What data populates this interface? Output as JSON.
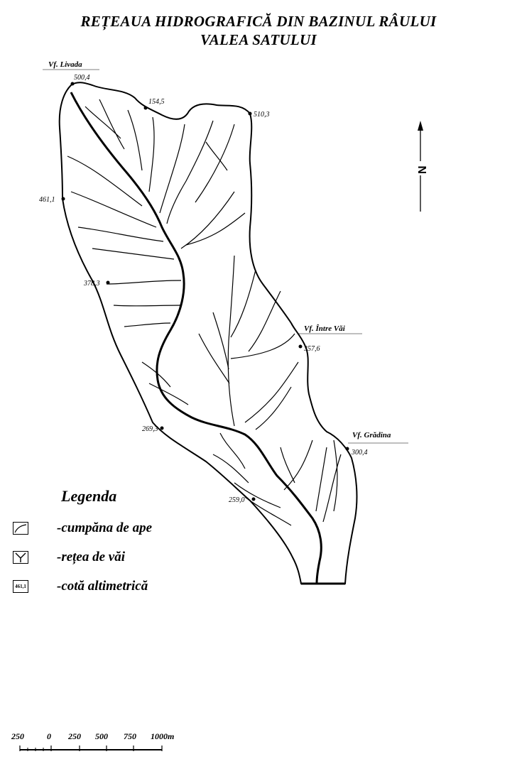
{
  "title": {
    "line1": "REȚEAUA HIDROGRAFICĂ DIN BAZINUL RÂULUI",
    "line2": "VALEA SATULUI"
  },
  "peaks": [
    {
      "name": "Vf. Livada",
      "elevation": "500,4"
    },
    {
      "name": "Vf. Între Văi",
      "elevation": "357,6"
    },
    {
      "name": "Vf. Grădina",
      "elevation": "300,4"
    }
  ],
  "elevations": [
    "154,5",
    "510,3",
    "461,1",
    "378,3",
    "269,3",
    "259,0"
  ],
  "north_label": "N",
  "legend": {
    "title": "Legenda",
    "items": [
      {
        "label": "-cumpăna de ape",
        "symbol": "watershed-divide-icon"
      },
      {
        "label": "-rețea de văi",
        "symbol": "valley-network-icon"
      },
      {
        "label": "-cotă altimetrică",
        "symbol": "elevation-point-icon",
        "symbol_text": "461,1"
      }
    ]
  },
  "scale_bar": {
    "labels": [
      "250",
      "0",
      "250",
      "500",
      "750",
      "1000m"
    ]
  }
}
